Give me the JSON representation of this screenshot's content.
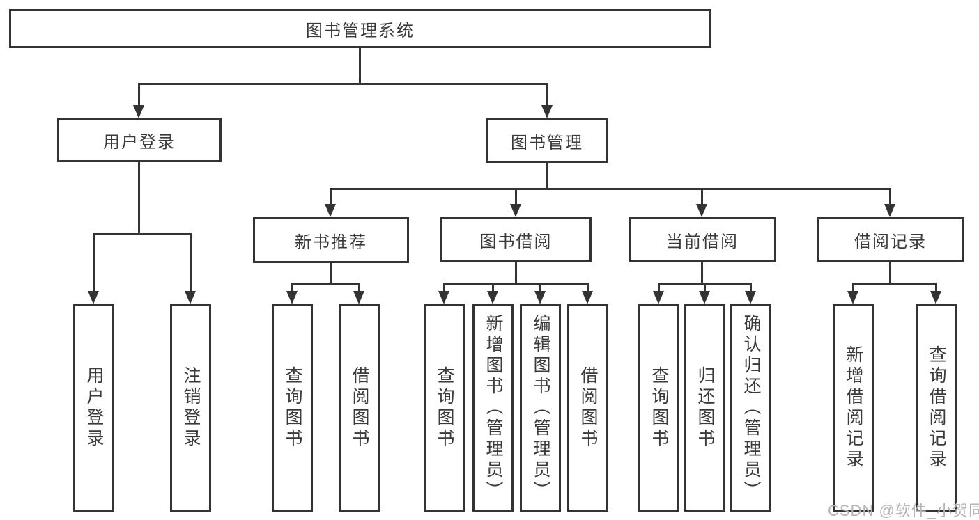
{
  "diagram": {
    "root": "图书管理系统",
    "level2": {
      "user_login": "用户登录",
      "book_mgmt": "图书管理"
    },
    "level3": {
      "new_books": "新书推荐",
      "book_borrow": "图书借阅",
      "current_borrow": "当前借阅",
      "borrow_records": "借阅记录"
    },
    "leaves": {
      "user_login": [
        "用户登录",
        "注销登录"
      ],
      "new_books": [
        "查询图书",
        "借阅图书"
      ],
      "book_borrow": [
        "查询图书",
        "新增图书（管理员）",
        "编辑图书（管理员）",
        "借阅图书"
      ],
      "current_borrow": [
        "查询图书",
        "归还图书",
        "确认归还（管理员）"
      ],
      "borrow_records": [
        "新增借阅记录",
        "查询借阅记录"
      ]
    }
  },
  "watermark": {
    "text": "CSDN @软件_小贺同学"
  },
  "colors": {
    "line": "#333333",
    "text": "#3a3a3a",
    "watermark": "#b5b5b5",
    "background": "#ffffff"
  }
}
